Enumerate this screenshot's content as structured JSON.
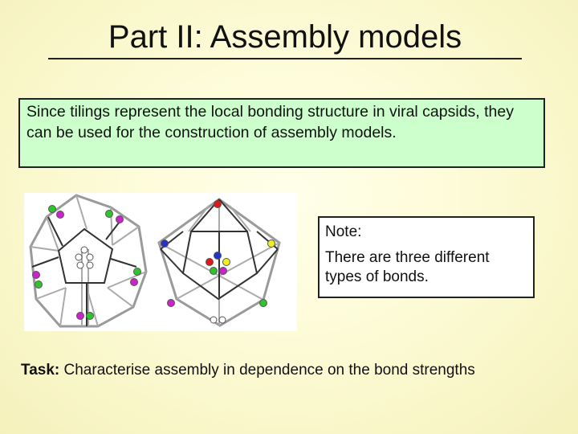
{
  "slide": {
    "title": "Part II: Assembly models",
    "intro_text": "Since tilings represent the local bonding structure in viral capsids, they can be used for the construction of assembly models.",
    "note": {
      "title": "Note:",
      "body": "There are three different types of bonds."
    },
    "task": {
      "label": "Task:",
      "text": "Characterise assembly in dependence on the bond strengths"
    }
  },
  "figure": {
    "bond_colors": {
      "red": "#e01818",
      "green": "#2ec42e",
      "magenta": "#cc22cc",
      "blue": "#2233cc",
      "yellow": "#f0f020",
      "white": "#ffffff"
    },
    "line_colors": {
      "outline": "#999999",
      "inner": "#333333"
    }
  }
}
